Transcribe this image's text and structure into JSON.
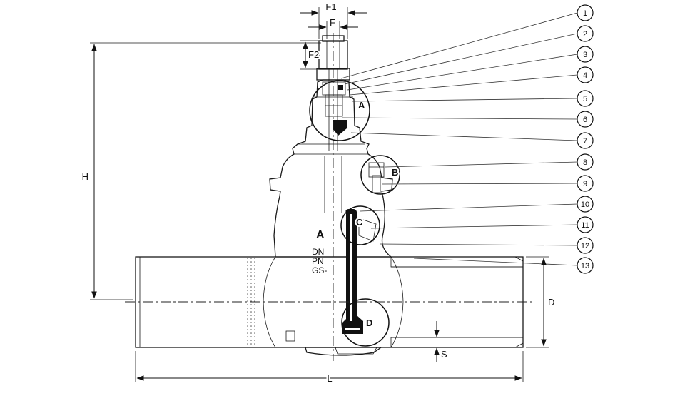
{
  "diagram": {
    "callouts": [
      "1",
      "2",
      "3",
      "4",
      "5",
      "6",
      "7",
      "8",
      "9",
      "10",
      "11",
      "12",
      "13"
    ],
    "details": [
      "A",
      "B",
      "C",
      "D"
    ],
    "dims": {
      "f1": "F1",
      "f": "F",
      "f2": "F2",
      "h": "H",
      "d": "D",
      "s": "S",
      "l": "L"
    },
    "markings": {
      "logo": "A",
      "dn": "DN",
      "pn": "PN",
      "gs": "GS-"
    },
    "colors": {
      "line": "#1a1a1a",
      "fill": "#ffffff",
      "dark_part": "#111111"
    }
  }
}
